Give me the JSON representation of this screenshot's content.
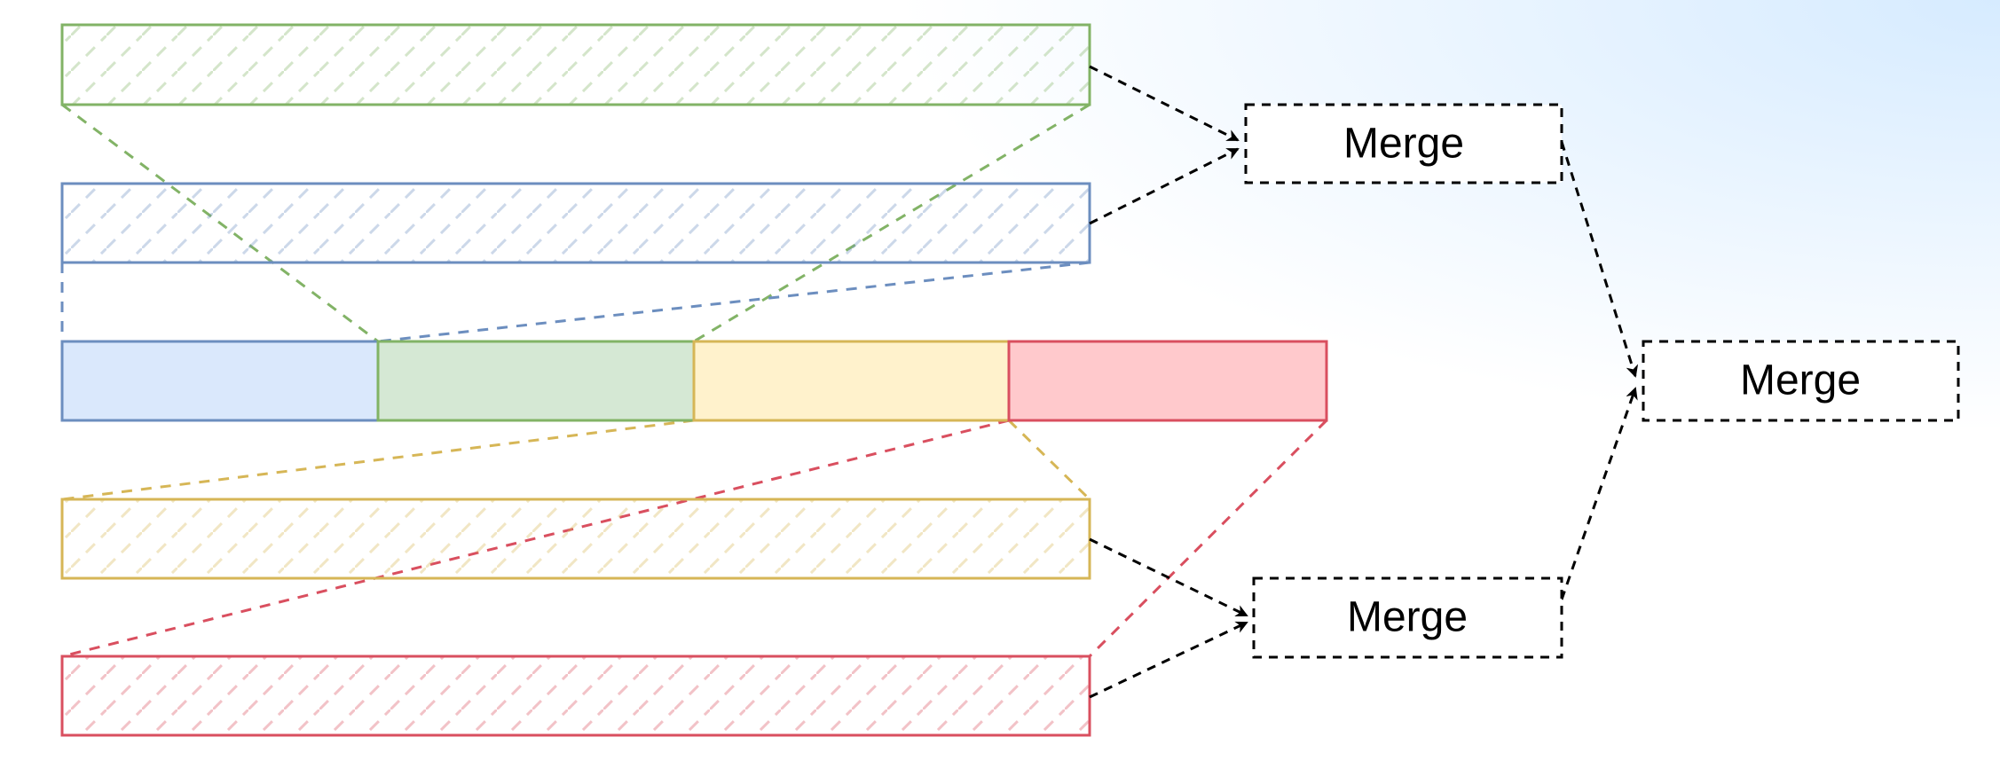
{
  "colors": {
    "blue_stroke": "#6c8ebf",
    "blue_fill": "#dae8fc",
    "green_stroke": "#82b366",
    "green_fill": "#d5e8d4",
    "yellow_stroke": "#d6b656",
    "yellow_fill": "#fff2cc",
    "red_stroke": "#d94f5f",
    "red_fill": "#ffc9cc",
    "connector": "#000000",
    "background_glow": "#d6ebff"
  },
  "merges": {
    "top_label": "Merge",
    "bottom_label": "Merge",
    "final_label": "Merge"
  }
}
